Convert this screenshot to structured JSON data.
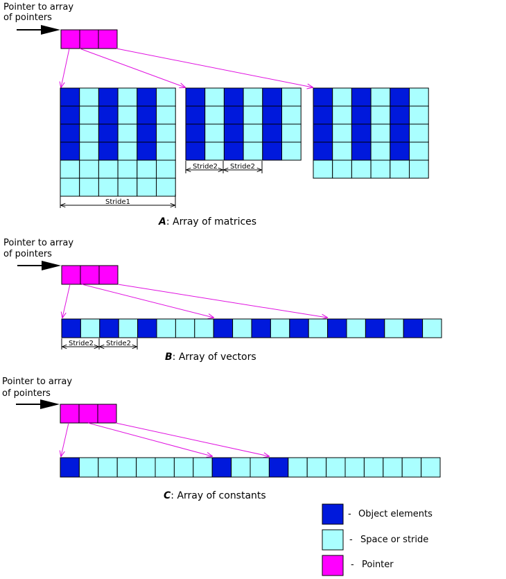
{
  "colors": {
    "object": "#0019dc",
    "space": "#aaffff",
    "pointer": "#ff00ff",
    "pointer_arrow": "#e010e0",
    "outline": "#000000"
  },
  "pointer_label_line1": "Pointer to array",
  "pointer_label_line2": "of pointers",
  "sections": {
    "a": {
      "caption_letter": "A",
      "caption_text": ": Array of matrices",
      "stride1_label": "Stride1",
      "stride2_label": "Stride2"
    },
    "b": {
      "caption_letter": "B",
      "caption_text": ": Array of vectors",
      "stride2_label": "Stride2"
    },
    "c": {
      "caption_letter": "C",
      "caption_text": ": Array of constants"
    }
  },
  "legend": [
    {
      "label": "Object elements",
      "color_key": "object"
    },
    {
      "label": "Space or stride",
      "color_key": "space"
    },
    {
      "label": "Pointer",
      "color_key": "pointer"
    }
  ],
  "legend_dash": "-"
}
